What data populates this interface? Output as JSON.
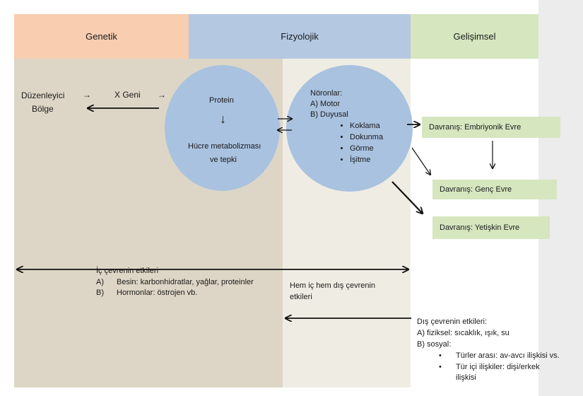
{
  "columns": {
    "genetik": "Genetik",
    "fizyolojik": "Fizyolojik",
    "gelisimsel": "Gelişimsel"
  },
  "genetic_chain": {
    "regulator_line1": "Düzenleyici",
    "regulator_line2": "Bölge",
    "gene": "X Geni",
    "arrow1": "→",
    "arrow2": "→"
  },
  "circle_protein": {
    "title": "Protein",
    "down_arrow": "↓",
    "line1": "Hücre metabolizması",
    "line2": "ve tepki"
  },
  "circle_neurons": {
    "title": "Nöronlar:",
    "motor": "A) Motor",
    "sensory": "B) Duyusal",
    "senses": [
      "Koklama",
      "Dokunma",
      "Görme",
      "İşitme"
    ]
  },
  "behavior_boxes": {
    "embryonic": "Davranış: Embriyonik Evre",
    "young": "Davranış: Genç Evre",
    "adult": "Davranış: Yetişkin Evre"
  },
  "internal_env": {
    "title": "İç çevrenin etkileri",
    "a_label": "A)",
    "a_text": "Besin: karbonhidratlar, yağlar, proteinler",
    "b_label": "B)",
    "b_text": "Hormonlar: östrojen vb."
  },
  "both_env": {
    "line1": "Hem iç hem dış çevrenin",
    "line2": "etkileri"
  },
  "external_env": {
    "title": "Dış çevrenin etkileri:",
    "physical": "A) fiziksel: sıcaklık, ışık, su",
    "social": "B) sosyal:",
    "interspecies": "Türler arası: av-avcı ilişkisi vs.",
    "intraspecies_line1": "Tür içi ilişkiler: dişi/erkek",
    "intraspecies_line2": "ilişkisi"
  },
  "colors": {
    "genetik_header": "#f8cdb0",
    "fizyolojik_header": "#b4c8e2",
    "gelisimsel_header": "#d6e6bf",
    "left_zone": "#ddd6c6",
    "mid_zone": "#efede3",
    "circle": "#a9c2e0"
  }
}
